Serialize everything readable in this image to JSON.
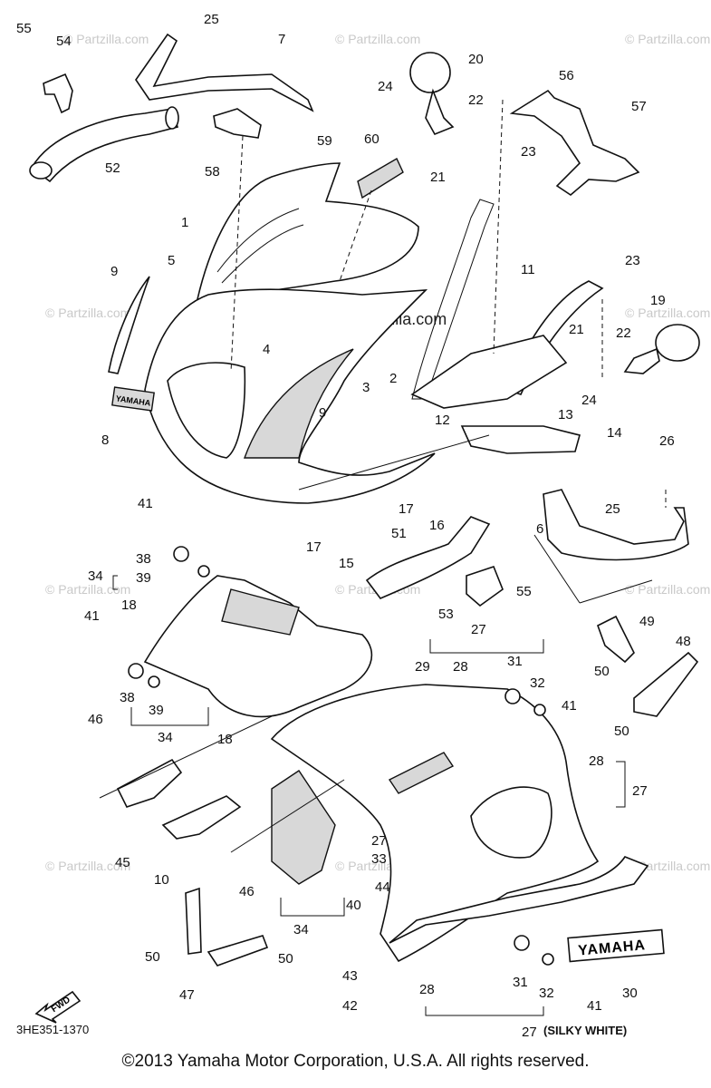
{
  "watermark": "© Partzilla.com",
  "drawing_code": "3HE351-1370",
  "finish_note": "(SILKY WHITE)",
  "fwd_label": "FWD",
  "decal_text": "YAMAHA",
  "small_decal_text": "YAMAHA",
  "copyright": "©2013 Yamaha Motor Corporation, U.S.A. All rights reserved.",
  "callouts": [
    "55",
    "54",
    "25",
    "7",
    "52",
    "58",
    "59",
    "60",
    "20",
    "24",
    "22",
    "56",
    "57",
    "23",
    "21",
    "23",
    "1",
    "5",
    "9",
    "4",
    "3",
    "2",
    "11",
    "21",
    "22",
    "19",
    "8",
    "9",
    "12",
    "13",
    "14",
    "24",
    "26",
    "25",
    "17",
    "16",
    "17",
    "15",
    "41",
    "38",
    "34",
    "39",
    "18",
    "41",
    "51",
    "6",
    "53",
    "55",
    "49",
    "27",
    "31",
    "29",
    "28",
    "32",
    "50",
    "48",
    "38",
    "39",
    "34",
    "46",
    "18",
    "41",
    "50",
    "28",
    "27",
    "45",
    "10",
    "46",
    "27",
    "33",
    "44",
    "40",
    "34",
    "50",
    "50",
    "47",
    "43",
    "42",
    "28",
    "31",
    "32",
    "30",
    "41",
    "27"
  ]
}
